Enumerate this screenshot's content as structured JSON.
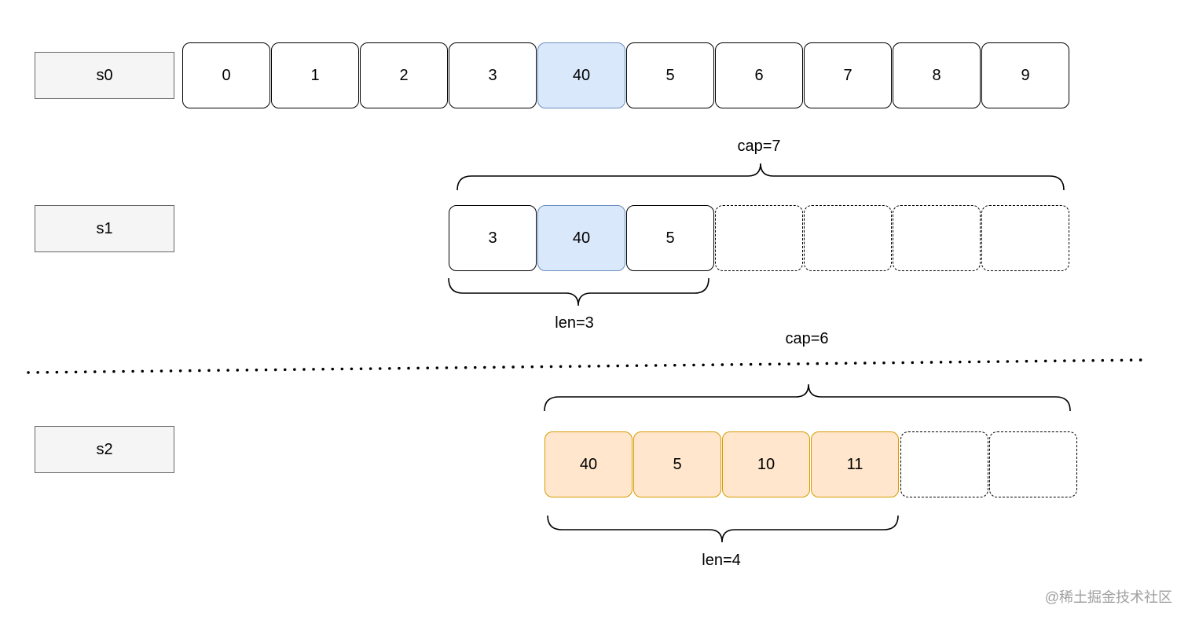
{
  "rows": {
    "s0": {
      "label": "s0",
      "cells": [
        "0",
        "1",
        "2",
        "3",
        "40",
        "5",
        "6",
        "7",
        "8",
        "9"
      ]
    },
    "s1": {
      "label": "s1",
      "cells": [
        "3",
        "40",
        "5"
      ],
      "cap_label": "cap=7",
      "len_label": "len=3"
    },
    "s2": {
      "label": "s2",
      "cells": [
        "40",
        "5",
        "10",
        "11"
      ],
      "cap_label": "cap=6",
      "len_label": "len=4"
    }
  },
  "colors": {
    "highlight_blue_fill": "#dae8fc",
    "highlight_blue_stroke": "#6c8ebf",
    "highlight_orange_fill": "#ffe6cc",
    "highlight_orange_stroke": "#d79b00",
    "label_fill": "#f5f5f5"
  },
  "watermark": "@稀土掘金技术社区"
}
